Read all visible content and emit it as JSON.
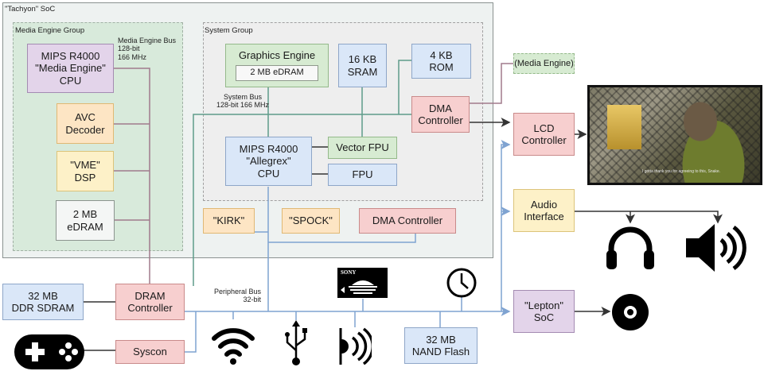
{
  "soc": {
    "title": "\"Tachyon\" SoC",
    "media_group": {
      "title": "Media Engine Group",
      "bus_label_1": "Media Engine Bus",
      "bus_label_2": "128-bit",
      "bus_label_3": "166 MHz",
      "me_cpu": [
        "MIPS R4000",
        "\"Media Engine\"",
        "CPU"
      ],
      "avc": [
        "AVC",
        "Decoder"
      ],
      "vme": [
        "\"VME\"",
        "DSP"
      ],
      "edram": [
        "2 MB",
        "eDRAM"
      ]
    },
    "system_group": {
      "title": "System Group",
      "graphics_engine": "Graphics Engine",
      "graphics_edram": "2 MB eDRAM",
      "sram": [
        "16 KB",
        "SRAM"
      ],
      "rom": [
        "4 KB",
        "ROM"
      ],
      "dma": [
        "DMA",
        "Controller"
      ],
      "bus_label_1": "System Bus",
      "bus_label_2": "128-bit 166 MHz",
      "cpu": [
        "MIPS R4000",
        "\"Allegrex\"",
        "CPU"
      ],
      "vfpu": "Vector FPU",
      "fpu": "FPU"
    },
    "kirk": "\"KIRK\"",
    "spock": "\"SPOCK\"",
    "dma2": "DMA Controller"
  },
  "external": {
    "media_engine_ref": "(Media Engine)",
    "lcd": [
      "LCD",
      "Controller"
    ],
    "audio": [
      "Audio",
      "Interface"
    ],
    "lepton": [
      "\"Lepton\"",
      "SoC"
    ],
    "ddr": [
      "32 MB",
      "DDR SDRAM"
    ],
    "dram_ctrl": [
      "DRAM",
      "Controller"
    ],
    "syscon": "Syscon",
    "peripheral_bus_1": "Peripheral Bus",
    "peripheral_bus_2": "32-bit",
    "nand": [
      "32 MB",
      "NAND Flash"
    ],
    "memstick_brand": "SONY",
    "screen_subtitle": "I gotta thank you for agreeing to this, Snake."
  },
  "icons": [
    "gamepad-icon",
    "wifi-icon",
    "usb-icon",
    "infrared-icon",
    "memory-stick-icon",
    "clock-icon",
    "headphones-icon",
    "speaker-icon",
    "disc-icon"
  ],
  "colors": {
    "media_bus": "#a07a8c",
    "system_bus": "#5f9c8a",
    "peripheral_bus": "#7fa3d1",
    "black_wire": "#333333"
  }
}
